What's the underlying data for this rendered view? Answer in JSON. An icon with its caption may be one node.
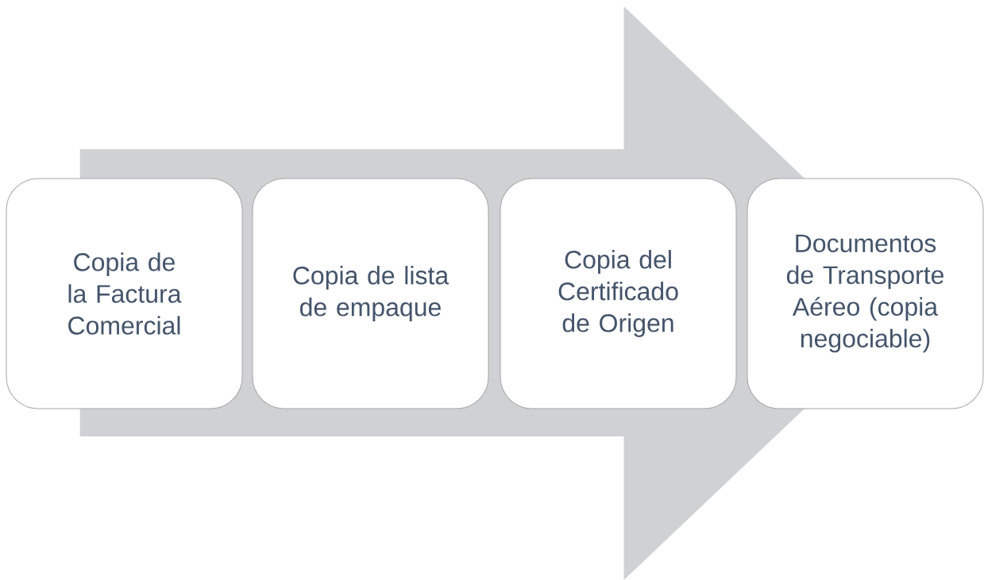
{
  "diagram": {
    "nodes": [
      {
        "text": [
          "Copia de la Factura Comercial"
        ]
      },
      {
        "text": [
          "Copia de lista de empaque"
        ]
      },
      {
        "text": [
          "Copia del Certificado de Origen"
        ]
      },
      {
        "text": [
          "Documentos de Transporte Aéreo (copia negociable)"
        ]
      }
    ],
    "edges": [
      {
        "from": 0,
        "to": 3,
        "arrow": "to"
      }
    ]
  }
}
